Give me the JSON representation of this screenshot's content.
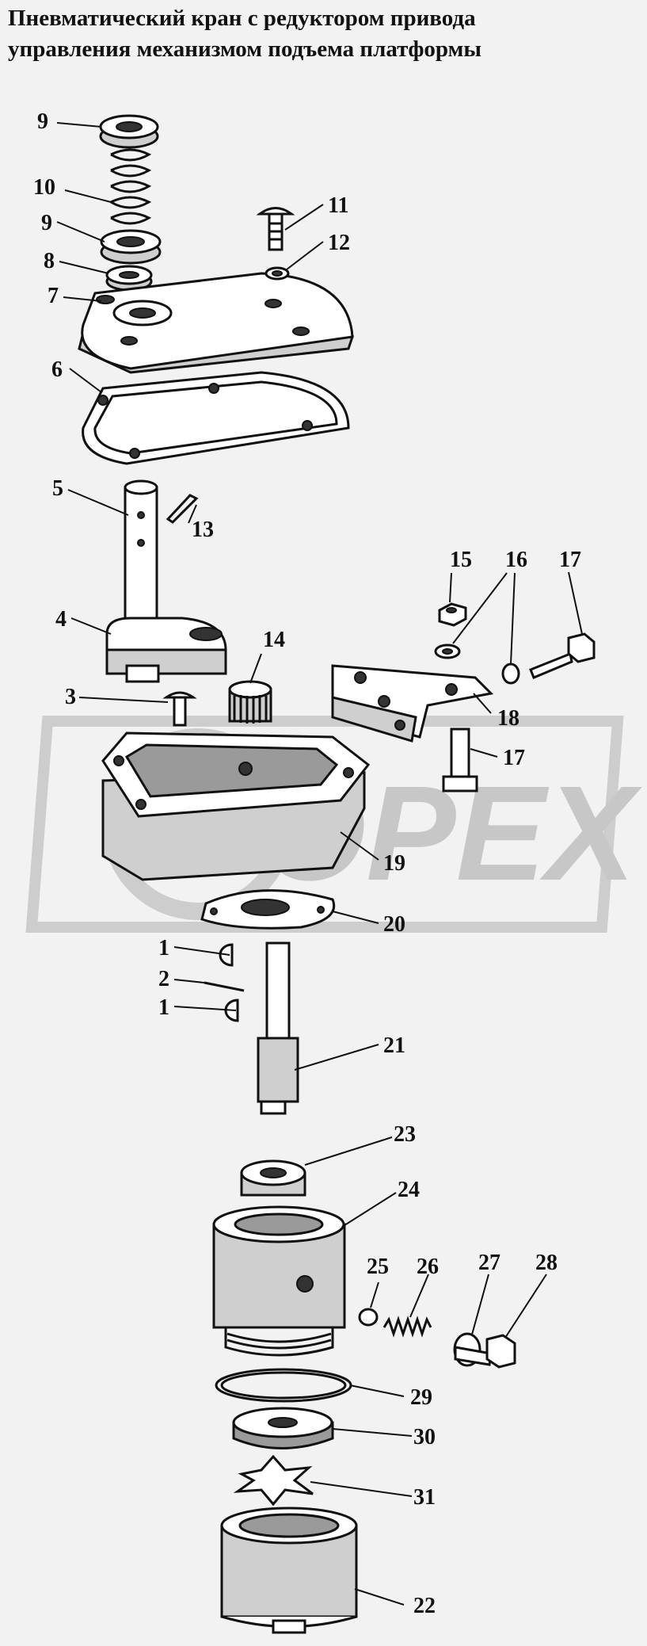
{
  "title": {
    "line1": "Пневматический кран с редуктором привода",
    "line2": "управления механизмом подъема платформы"
  },
  "watermark": "OPEX",
  "callouts": [
    {
      "id": "c9a",
      "text": "9"
    },
    {
      "id": "c10",
      "text": "10"
    },
    {
      "id": "c9b",
      "text": "9"
    },
    {
      "id": "c8",
      "text": "8"
    },
    {
      "id": "c7",
      "text": "7"
    },
    {
      "id": "c6",
      "text": "6"
    },
    {
      "id": "c11",
      "text": "11"
    },
    {
      "id": "c12",
      "text": "12"
    },
    {
      "id": "c5",
      "text": "5"
    },
    {
      "id": "c13",
      "text": "13"
    },
    {
      "id": "c15",
      "text": "15"
    },
    {
      "id": "c16",
      "text": "16"
    },
    {
      "id": "c17a",
      "text": "17"
    },
    {
      "id": "c4",
      "text": "4"
    },
    {
      "id": "c14",
      "text": "14"
    },
    {
      "id": "c3",
      "text": "3"
    },
    {
      "id": "c18",
      "text": "18"
    },
    {
      "id": "c17b",
      "text": "17"
    },
    {
      "id": "c19",
      "text": "19"
    },
    {
      "id": "c20",
      "text": "20"
    },
    {
      "id": "c1a",
      "text": "1"
    },
    {
      "id": "c2",
      "text": "2"
    },
    {
      "id": "c1b",
      "text": "1"
    },
    {
      "id": "c21",
      "text": "21"
    },
    {
      "id": "c23",
      "text": "23"
    },
    {
      "id": "c24",
      "text": "24"
    },
    {
      "id": "c25",
      "text": "25"
    },
    {
      "id": "c26",
      "text": "26"
    },
    {
      "id": "c27",
      "text": "27"
    },
    {
      "id": "c28",
      "text": "28"
    },
    {
      "id": "c29",
      "text": "29"
    },
    {
      "id": "c30",
      "text": "30"
    },
    {
      "id": "c31",
      "text": "31"
    },
    {
      "id": "c22",
      "text": "22"
    }
  ]
}
